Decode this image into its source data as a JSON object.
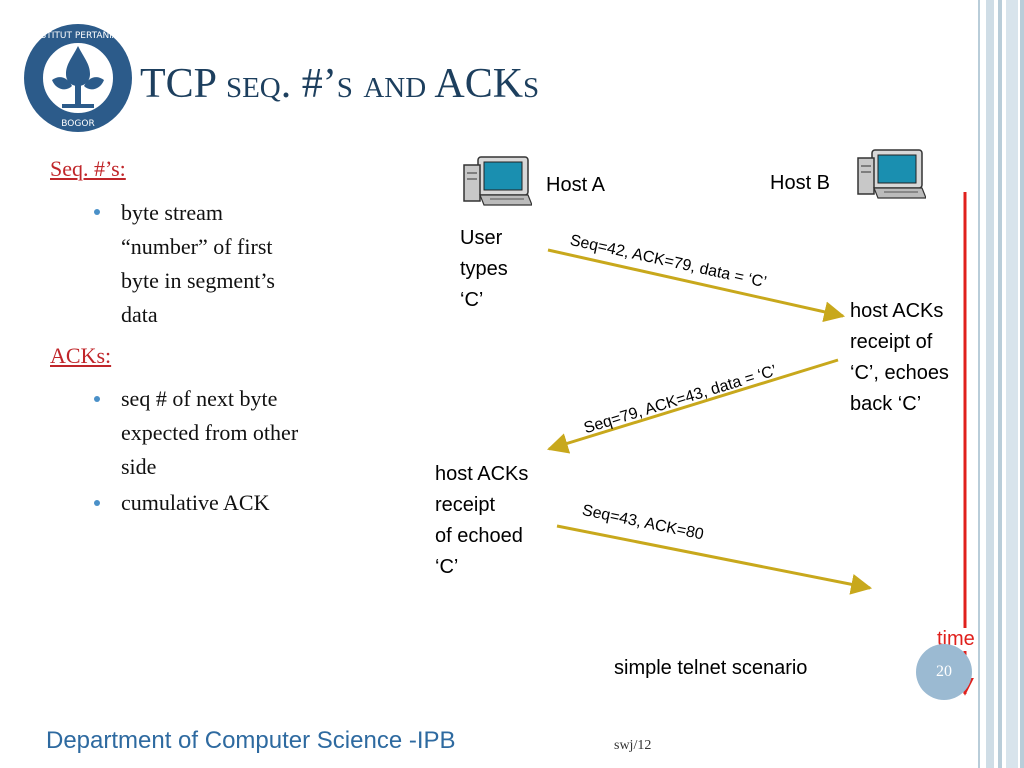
{
  "title": {
    "main": "TCP ",
    "sc": "seq. #’s and ACKs"
  },
  "left": {
    "seq_heading": "Seq. #’s:",
    "seq_bullets": [
      "byte stream",
      "“number” of first",
      "byte in segment’s",
      "data"
    ],
    "ack_heading": "ACKs:",
    "ack_bullet1": [
      "seq # of next byte",
      "expected from other",
      "side"
    ],
    "ack_bullet2": "cumulative ACK"
  },
  "diagram": {
    "host_a": "Host A",
    "host_b": "Host B",
    "user_types": [
      "User",
      "types",
      "‘C’"
    ],
    "host_b_note": [
      "host ACKs",
      "receipt of",
      "‘C’, echoes",
      "back ‘C’"
    ],
    "host_a_note": [
      "host ACKs",
      "receipt",
      "of echoed",
      "‘C’"
    ],
    "msg1": "Seq=42, ACK=79, data = ‘C’",
    "msg2": "Seq=79, ACK=43, data = ‘C’",
    "msg3": "Seq=43, ACK=80",
    "time_label": "time",
    "caption": "simple telnet scenario"
  },
  "footer": {
    "department": "Department of Computer Science -IPB",
    "id": "swj/12",
    "page": "20"
  },
  "colors": {
    "title": "#1d3f5e",
    "heading": "#c0262a",
    "arrow": "#c8a81c",
    "time": "#e0201c",
    "footer": "#2e6aa0"
  },
  "logo": {
    "top_text": "INSTITUT PERTANIAN",
    "bottom_text": "BOGOR"
  }
}
